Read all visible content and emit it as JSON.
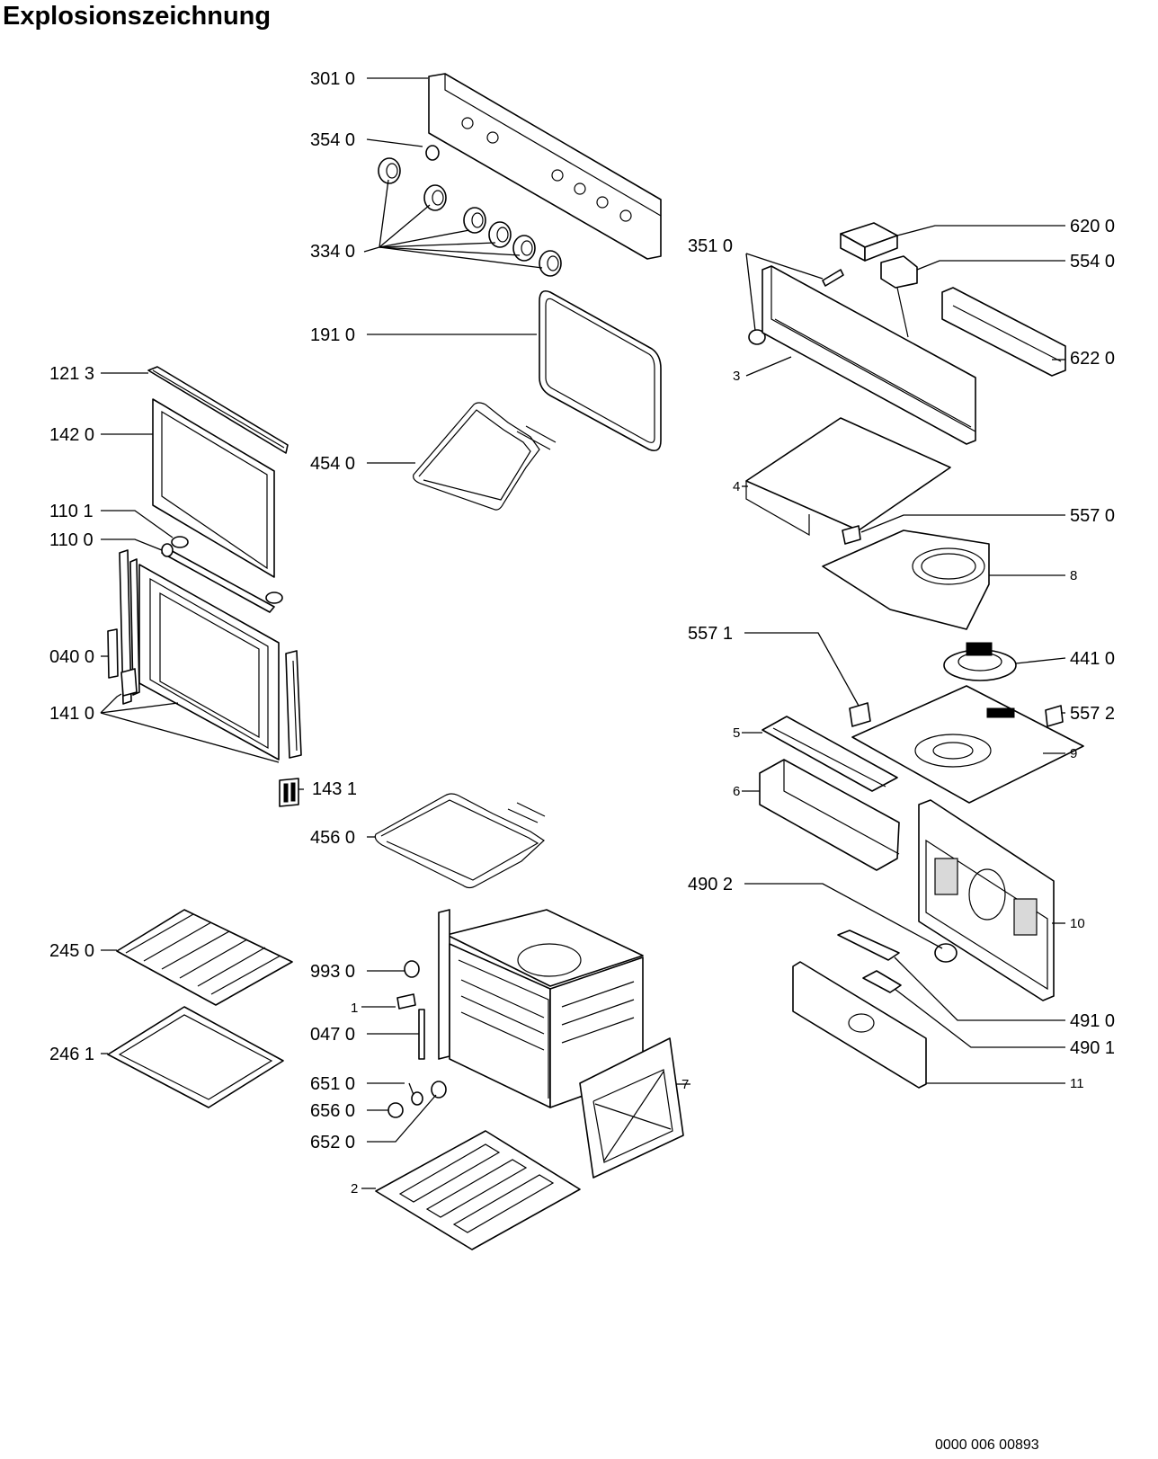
{
  "title": "Explosionszeichnung",
  "document_number": "0000 006 00893",
  "labels": {
    "p3010": "301 0",
    "p3540": "354 0",
    "p3340": "334 0",
    "p1910": "191 0",
    "p4540": "454 0",
    "p1213": "121 3",
    "p1420": "142 0",
    "p1101": "110 1",
    "p1100": "110 0",
    "p0400": "040 0",
    "p1410": "141 0",
    "p1431": "143 1",
    "p4560": "456 0",
    "p2450": "245 0",
    "p2461": "246 1",
    "p9930": "993 0",
    "p1": "1",
    "p0470": "047 0",
    "p6510": "651 0",
    "p6560": "656 0",
    "p6520": "652 0",
    "p2": "2",
    "p7": "7",
    "p6200": "620 0",
    "p3510": "351 0",
    "p5540": "554 0",
    "p6220": "622 0",
    "p3": "3",
    "p4": "4",
    "p5570": "557 0",
    "p8": "8",
    "p5571": "557 1",
    "p4410": "441 0",
    "p5572": "557 2",
    "p5": "5",
    "p9": "9",
    "p6": "6",
    "p4902": "490 2",
    "p10": "10",
    "p4910": "491 0",
    "p4901": "490 1",
    "p11": "11"
  }
}
